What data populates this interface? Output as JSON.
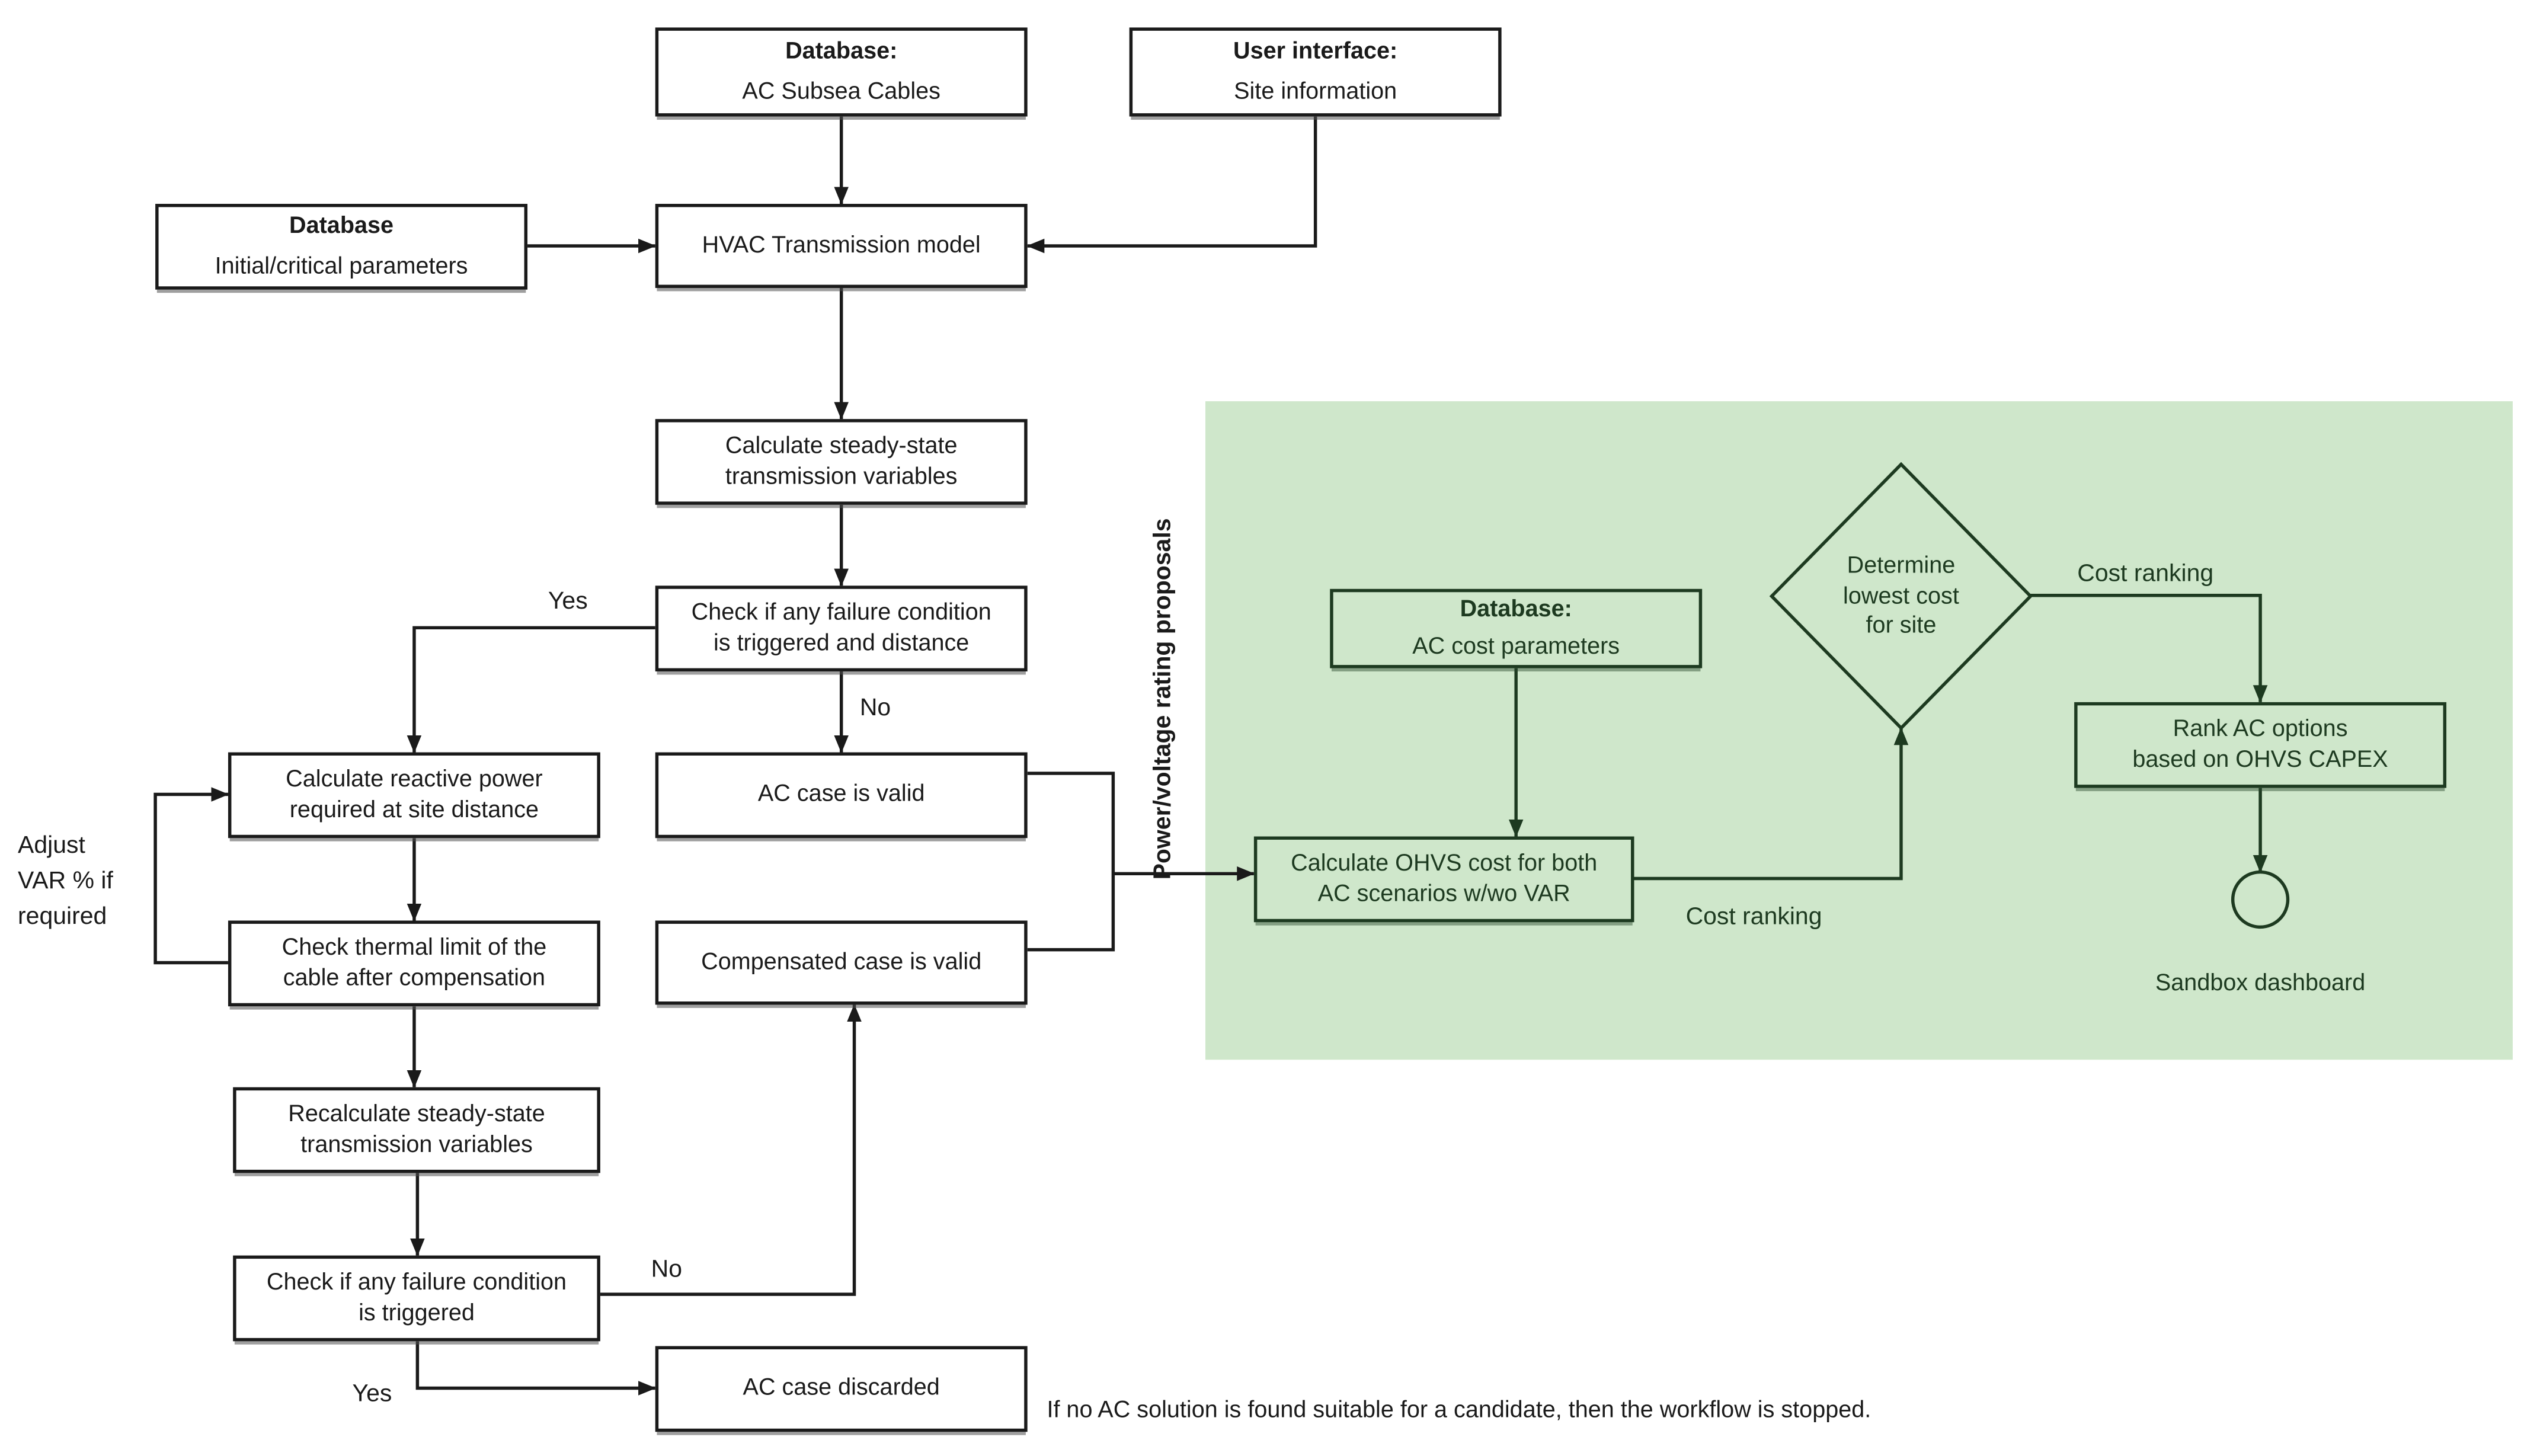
{
  "colors": {
    "ink": "#1a1a1a",
    "green_ink": "#1d3a20",
    "panel": "#cfe7cb",
    "box_bg": "#ffffff"
  },
  "nodes": {
    "subsea_db": {
      "title": "Database:",
      "text": "AC Subsea Cables"
    },
    "ui": {
      "title": "User interface:",
      "text": "Site information"
    },
    "params_db": {
      "title": "Database",
      "text": "Initial/critical parameters"
    },
    "hvac": {
      "text": "HVAC Transmission model"
    },
    "steady": {
      "text": "Calculate steady-state\ntransmission variables"
    },
    "failure_distance": {
      "text": "Check if any failure condition\nis triggered and distance"
    },
    "reactive": {
      "text": "Calculate reactive power\nrequired at site distance"
    },
    "ac_valid": {
      "text": "AC case is valid"
    },
    "thermal": {
      "text": "Check thermal limit of the\ncable after compensation"
    },
    "comp_valid": {
      "text": "Compensated case is valid"
    },
    "resteady": {
      "text": "Recalculate steady-state\ntransmission variables"
    },
    "failure": {
      "text": "Check if any failure condition\nis triggered"
    },
    "discarded": {
      "text": "AC case discarded"
    },
    "cost_db": {
      "title": "Database:",
      "text": "AC cost parameters"
    },
    "ohvs": {
      "text": "Calculate OHVS cost for both\nAC scenarios w/wo VAR"
    },
    "lowest": {
      "text": "Determine\nlowest cost\nfor site"
    },
    "rank": {
      "text": "Rank AC options\nbased on OHVS CAPEX"
    },
    "sandbox": {
      "text": "Sandbox dashboard"
    }
  },
  "labels": {
    "yes_top": "Yes",
    "no_top": "No",
    "adjust_var": "Adjust\nVAR % if\nrequired",
    "no_mid": "No",
    "yes_bottom": "Yes",
    "cost_ranking_top": "Cost ranking",
    "cost_ranking_bottom": "Cost ranking",
    "proposals": "Power/voltage rating proposals"
  },
  "footnote": "If no AC solution is found suitable for a candidate, then the workflow is stopped."
}
